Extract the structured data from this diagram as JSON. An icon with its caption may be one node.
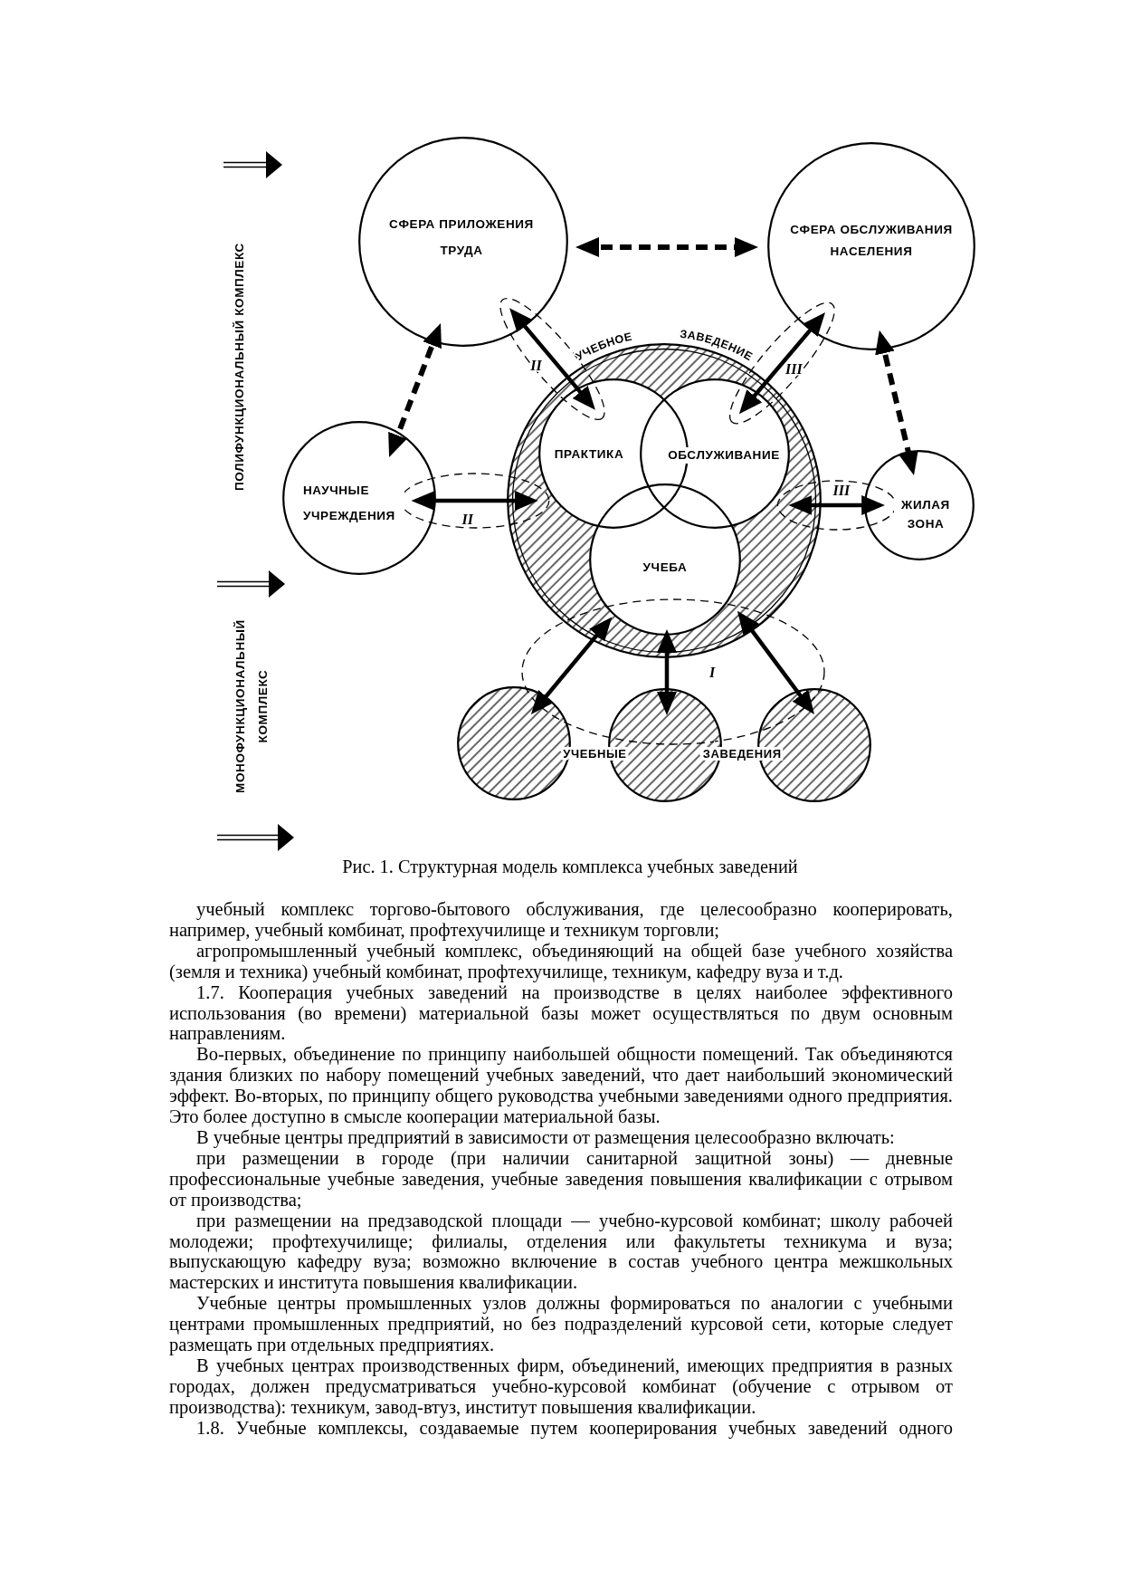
{
  "diagram": {
    "caption": "Рис. 1. Структурная модель комплекса учебных заведений",
    "nodes": [
      {
        "text": [
          "СФЕРА ПРИЛОЖЕНИЯ ТРУДА"
        ]
      },
      {
        "text": [
          "СФЕРА ОБСЛУЖИВАНИЯ НАСЕЛЕНИЯ"
        ]
      },
      {
        "text": [
          "УЧЕБНОЕ ЗАВЕДЕНИЕ"
        ]
      },
      {
        "text": [
          "ПРАКТИКА"
        ],
        "in": 2
      },
      {
        "text": [
          "ОБСЛУЖИВАНИЕ"
        ],
        "in": 2
      },
      {
        "text": [
          "НАУЧНЫЕ УЧРЕЖДЕНИЯ"
        ]
      },
      {
        "text": [
          "ЖИЛАЯ ЗОНА"
        ]
      },
      {
        "text": [
          "УЧЕБА"
        ],
        "in": 2
      },
      {
        "text": [],
        "shape": "circle"
      },
      {
        "text": [],
        "shape": "circle"
      },
      {
        "text": [],
        "shape": "circle"
      }
    ],
    "edges": [
      {
        "from": 0,
        "to": 1,
        "arrow": "both",
        "style": "dashed"
      },
      {
        "from": 0,
        "to": 5,
        "arrow": "both",
        "style": "dashed"
      },
      {
        "from": 1,
        "to": 6,
        "arrow": "both",
        "style": "dashed"
      },
      {
        "from": 0,
        "to": 3,
        "arrow": "both",
        "label": "II"
      },
      {
        "from": 1,
        "to": 4,
        "arrow": "both",
        "label": "III"
      },
      {
        "from": 5,
        "to": 2,
        "arrow": "both",
        "label": "II"
      },
      {
        "from": 2,
        "to": 6,
        "arrow": "both",
        "label": "III"
      },
      {
        "from": 2,
        "to": 8,
        "arrow": "both"
      },
      {
        "from": 2,
        "to": 9,
        "arrow": "both"
      },
      {
        "from": 2,
        "to": 10,
        "arrow": "both"
      }
    ],
    "labels": [
      "ПОЛИФУНКЦИОНАЛЬНЫЙ КОМПЛЕКС",
      "МОНОФУНКЦИОНАЛЬНЫЙ КОМПЛЕКС",
      "I",
      "УЧЕБНЫЕ ЗАВЕДЕНИЯ",
      "учебный комплекс торгово-бытового обслуживания, где целесообразно кооперировать, например, учебный комбинат, профтехучилище и техникум торговли;",
      "агропромышленный учебный комплекс, объединяющий на общей базе учебного хозяйства (земля и техника) учебный комбинат, профтехучилище, техникум, кафедру вуза и т.д.",
      "1.7. Кооперация учебных заведений на производстве в целях наиболее эффективного использования (во времени) материальной базы может осуществляться по двум основным направлениям.",
      "Во-первых, объединение по принципу наибольшей общности помещений. Так объединяются здания близких по набору помещений учебных заведений, что дает наибольший экономический эффект. Во-вторых, по принципу общего руководства учебными заведениями одного предприятия. Это более доступно в смысле кооперации материальной базы.",
      "В учебные центры предприятий в зависимости от размещения целесообразно включать:",
      "при размещении в городе (при наличии санитарной защитной зоны) — дневные профессиональные учебные заведения, учебные заведения повышения квалификации с отрывом от производства;",
      "при размещении на предзаводской площади — учебно-курсовой комбинат; школу рабочей молодежи; профтехучилище; филиалы, отделения или факультеты техникума и вуза; выпускающую кафедру вуза; возможно включение в состав учебного центра межшкольных мастерских и института повышения квалификации.",
      "Учебные центры промышленных узлов должны формироваться по аналогии с учебными центрами промышленных предприятий, но без подразделений курсовой сети, которые следует размещать при отдельных предприятиях.",
      "В учебных центрах производственных фирм, объединений, имеющих предприятия в разных городах, должен предусматриваться учебно-курсовой комбинат (обучение с отрывом от производства): техникум, завод-втуз, институт повышения квалификации.",
      "1.8. Учебные комплексы, создаваемые путем кооперирования учебных заведений одного"
    ]
  }
}
